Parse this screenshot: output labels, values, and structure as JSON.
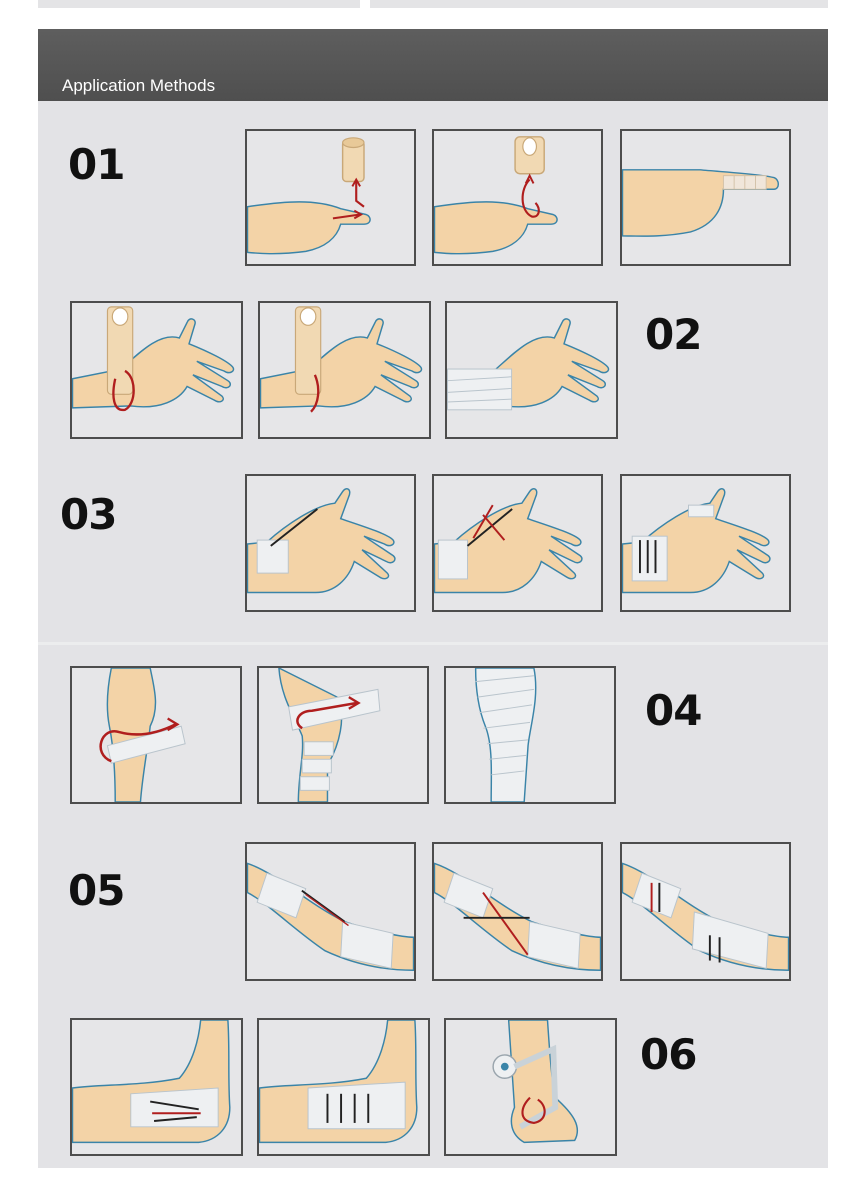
{
  "header": {
    "title": "Application Methods"
  },
  "steps": [
    {
      "number": "01",
      "description_icon": "finger-taping"
    },
    {
      "number": "02",
      "description_icon": "wrist-taping"
    },
    {
      "number": "03",
      "description_icon": "thumb-taping"
    },
    {
      "number": "04",
      "description_icon": "knee-taping"
    },
    {
      "number": "05",
      "description_icon": "elbow-taping"
    },
    {
      "number": "06",
      "description_icon": "ankle-taping"
    }
  ],
  "colors": {
    "header_bg": "#555555",
    "panel_bg": "#e3e3e6",
    "skin": "#f3d3a7",
    "tape": "#e9ecef",
    "outline": "#3a84a8",
    "arrow": "#b01e1e"
  }
}
